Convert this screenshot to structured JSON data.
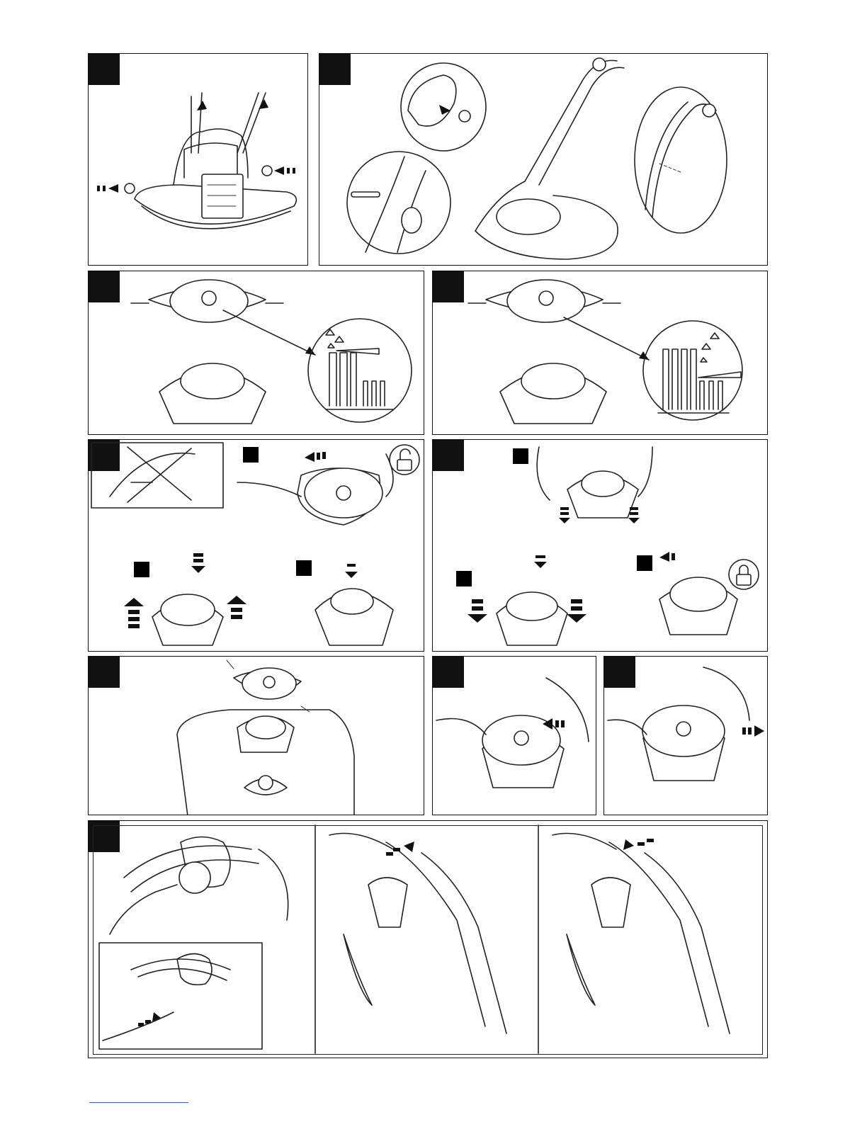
{
  "figures": [
    {
      "id": "fig-1",
      "badge": true
    },
    {
      "id": "fig-2",
      "badge": true
    },
    {
      "id": "fig-3",
      "badge": true
    },
    {
      "id": "fig-4",
      "badge": true
    },
    {
      "id": "fig-5",
      "badge": true,
      "subfigures": 3
    },
    {
      "id": "fig-6",
      "badge": true,
      "subfigures": 3
    },
    {
      "id": "fig-7",
      "badge": true
    },
    {
      "id": "fig-8",
      "badge": true
    },
    {
      "id": "fig-9",
      "badge": true
    },
    {
      "id": "fig-10",
      "badge": true,
      "subpanels": 3
    }
  ],
  "icons": {
    "unlock": "padlock-open-icon",
    "lock": "padlock-closed-icon",
    "arrow": "dashed-arrow-icon",
    "prohibited": "cross-out-icon"
  },
  "colors": {
    "ink": "#111111",
    "paper": "#ffffff",
    "link_underline": "#3a5fcd"
  }
}
